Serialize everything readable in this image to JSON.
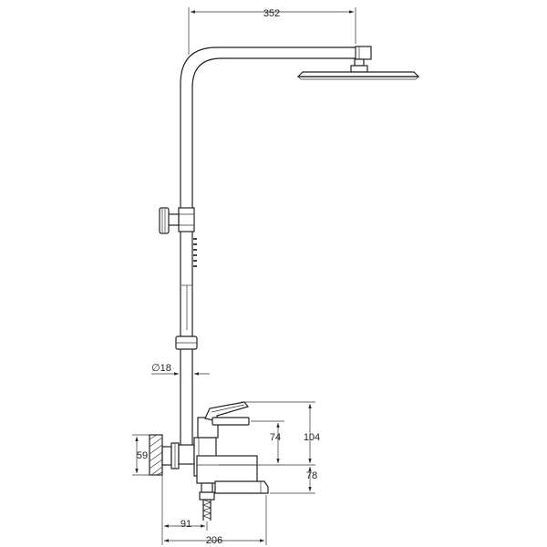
{
  "dimensions": {
    "head_width": "352",
    "pipe_diameter": "∅18",
    "mixer_height": "74",
    "total_upper": "104",
    "spout_height": "78",
    "wall_bracket": "59",
    "inlet_offset": "91",
    "spout_reach": "206"
  }
}
